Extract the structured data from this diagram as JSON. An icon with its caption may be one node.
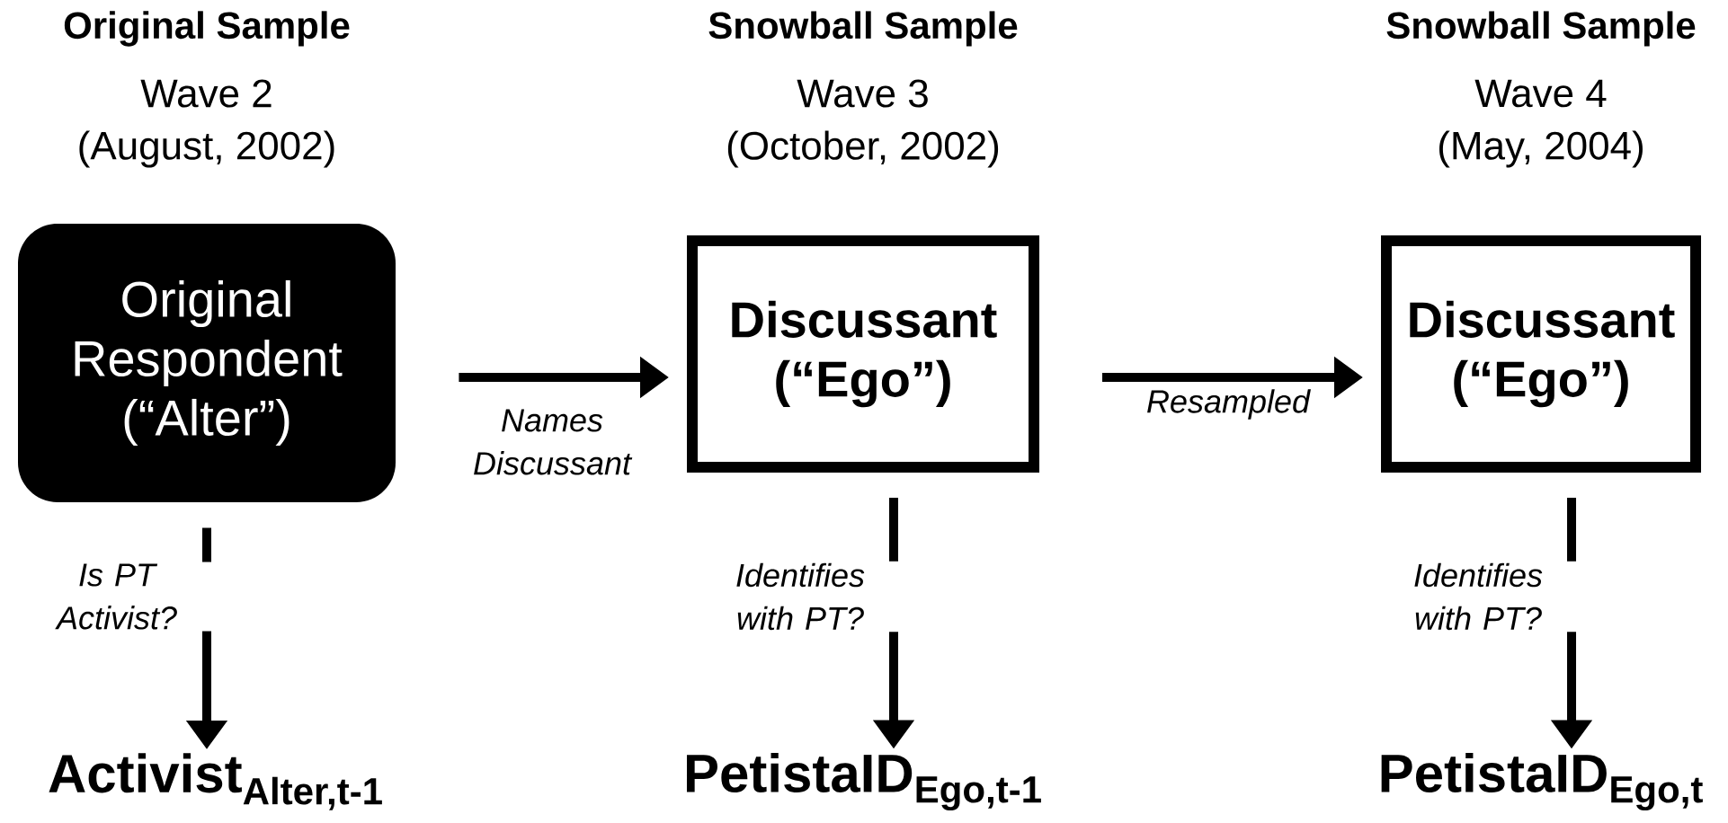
{
  "diagram": {
    "nodes": [
      {
        "text": [
          "Original Respondent (“Alter”)"
        ]
      },
      {
        "text": [
          "Discussant (“Ego”)"
        ]
      },
      {
        "text": [
          "Discussant (“Ego”)"
        ]
      },
      {
        "text": [
          "Activist$_{Alter,t-1}$"
        ]
      },
      {
        "text": [
          "PetistaID$_{Ego,t-1}$"
        ]
      },
      {
        "text": [
          "PetistaID$_{Ego,t}$"
        ]
      }
    ],
    "edges": [
      {
        "from": 0,
        "to": 1,
        "arrow": "to",
        "label": "Names Discussant"
      },
      {
        "from": 1,
        "to": 2,
        "arrow": "to",
        "label": "Resampled"
      },
      {
        "from": 0,
        "to": 3,
        "arrow": "to",
        "label": "Is PT Activist?"
      },
      {
        "from": 1,
        "to": 4,
        "arrow": "to",
        "label": "Identifies with PT?"
      },
      {
        "from": 2,
        "to": 5,
        "arrow": "to",
        "label": "Identifies with PT?"
      }
    ],
    "labels": [
      "Original Sample",
      "Snowball Sample",
      "Snowball Sample",
      "Wave 2",
      "Wave 3",
      "Wave 4",
      "(August, 2002)",
      "(October, 2002)",
      "(May, 2004)"
    ]
  }
}
